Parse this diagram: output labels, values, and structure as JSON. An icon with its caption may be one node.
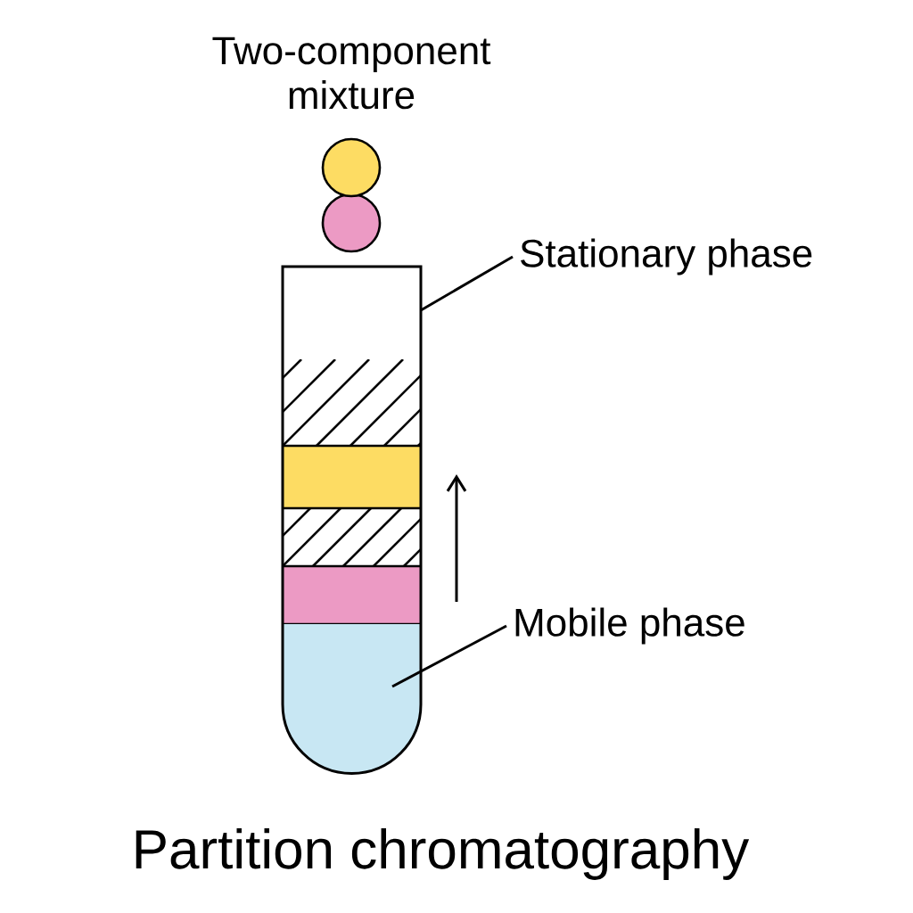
{
  "diagram": {
    "caption": "Partition chromatography",
    "nodes": [
      {
        "text": [
          "Stationary phase"
        ]
      },
      {
        "text": [],
        "shape": "box"
      },
      {
        "text": [
          "Mobile phase"
        ]
      },
      {
        "text": [],
        "shape": "box",
        "in": 1
      }
    ],
    "edges": [
      {
        "from": 0,
        "to": 1,
        "arrow": "none"
      },
      {
        "from": 2,
        "to": 3,
        "arrow": "none"
      }
    ],
    "labels": [
      "Two-component mixture"
    ]
  }
}
